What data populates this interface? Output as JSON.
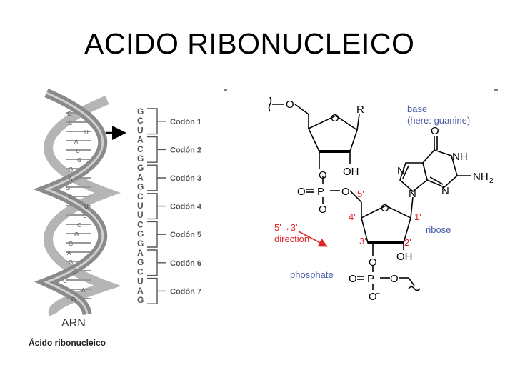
{
  "slide": {
    "title": "ACIDO RIBONUCLEICO"
  },
  "left_figure": {
    "helix_bases": [
      "G",
      "C",
      "U",
      "A",
      "C",
      "G",
      "G",
      "A",
      "G",
      "C",
      "U",
      "U",
      "C",
      "G",
      "G",
      "A",
      "G",
      "C",
      "U",
      "A",
      "G"
    ],
    "strand_letters": [
      "G",
      "C",
      "U",
      "A",
      "C",
      "G",
      "G",
      "A",
      "G",
      "C",
      "U",
      "U",
      "C",
      "G",
      "G",
      "A",
      "G",
      "C",
      "U",
      "A",
      "G"
    ],
    "codons": [
      "Codón 1",
      "Codón 2",
      "Codón 3",
      "Codón 4",
      "Codón 5",
      "Codón 6",
      "Codón 7"
    ],
    "helix_label": "ARN",
    "caption": "Ácido ribonucleico"
  },
  "right_figure": {
    "labels": {
      "o_top": "O",
      "r_group": "R",
      "base": "base",
      "base_note": "(here: guanine)",
      "oh_top": "OH",
      "o_ring1": "O",
      "o_left": "O",
      "p_top": "P",
      "o_minus_top": "O",
      "o_link": "O",
      "prime5": "5'",
      "prime4": "4'",
      "prime1": "1'",
      "prime3": "3'",
      "prime2": "2'",
      "o_ring2": "O",
      "ribose": "ribose",
      "direction_line1": "5'→3'",
      "direction_line2": "direction",
      "o_3p": "O",
      "oh_bottom": "OH",
      "phosphate": "phosphate",
      "o_eq": "O",
      "p_bottom": "P",
      "o_right": "O",
      "o_minus_bottom": "O",
      "o_carbonyl": "O",
      "nh": "NH",
      "nh2": "NH",
      "nh2_sub": "2",
      "n_left": "N",
      "n_bottom": "N",
      "n_right": "N",
      "minus": "–"
    }
  },
  "colors": {
    "blue_label": "#4a5fa8",
    "red_label": "#e0262b",
    "helix": "#8a8a8a"
  }
}
